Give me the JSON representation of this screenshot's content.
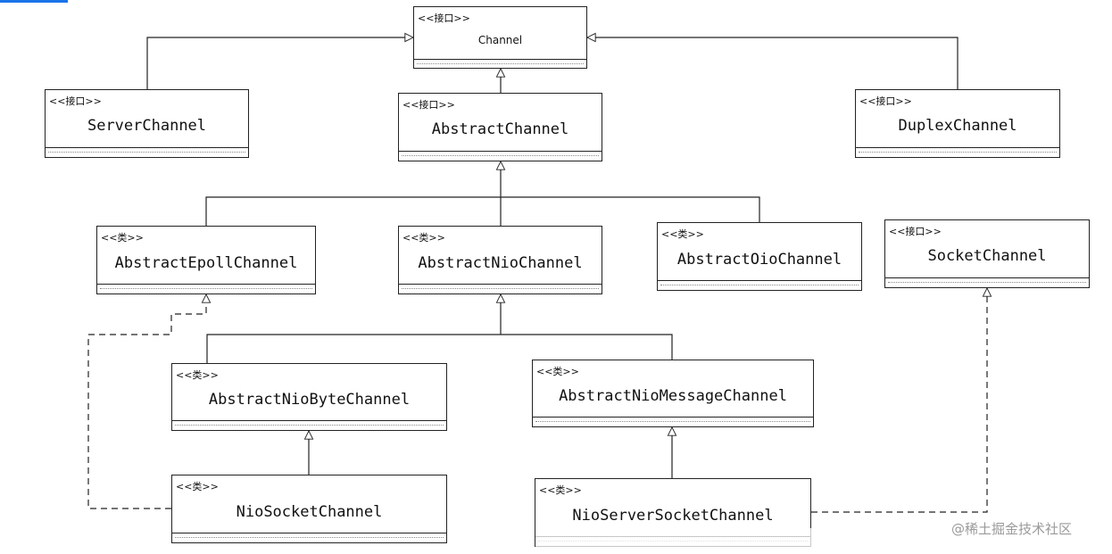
{
  "classes": [
    {
      "id": "channel",
      "stereotype": "<<接口>>",
      "name": "Channel"
    },
    {
      "id": "server-channel",
      "stereotype": "<<接口>>",
      "name": "ServerChannel"
    },
    {
      "id": "abstract-channel",
      "stereotype": "<<接口>>",
      "name": "AbstractChannel"
    },
    {
      "id": "duplex-channel",
      "stereotype": "<<接口>>",
      "name": "DuplexChannel"
    },
    {
      "id": "abstract-epoll-channel",
      "stereotype": "<<类>>",
      "name": "AbstractEpollChannel"
    },
    {
      "id": "abstract-nio-channel",
      "stereotype": "<<类>>",
      "name": "AbstractNioChannel"
    },
    {
      "id": "abstract-oio-channel",
      "stereotype": "<<类>>",
      "name": "AbstractOioChannel"
    },
    {
      "id": "socket-channel",
      "stereotype": "<<接口>>",
      "name": "SocketChannel"
    },
    {
      "id": "abstract-nio-byte-channel",
      "stereotype": "<<类>>",
      "name": "AbstractNioByteChannel"
    },
    {
      "id": "abstract-nio-message-channel",
      "stereotype": "<<类>>",
      "name": "AbstractNioMessageChannel"
    },
    {
      "id": "nio-socket-channel",
      "stereotype": "<<类>>",
      "name": "NioSocketChannel"
    },
    {
      "id": "nio-server-socket-channel",
      "stereotype": "<<类>>",
      "name": "NioServerSocketChannel"
    }
  ],
  "relations": [
    {
      "from": "server-channel",
      "to": "channel",
      "kind": "generalization"
    },
    {
      "from": "duplex-channel",
      "to": "channel",
      "kind": "generalization"
    },
    {
      "from": "abstract-channel",
      "to": "channel",
      "kind": "generalization"
    },
    {
      "from": "abstract-epoll-channel",
      "to": "abstract-channel",
      "kind": "generalization"
    },
    {
      "from": "abstract-nio-channel",
      "to": "abstract-channel",
      "kind": "generalization"
    },
    {
      "from": "abstract-oio-channel",
      "to": "abstract-channel",
      "kind": "generalization"
    },
    {
      "from": "abstract-nio-byte-channel",
      "to": "abstract-nio-channel",
      "kind": "generalization"
    },
    {
      "from": "abstract-nio-message-channel",
      "to": "abstract-nio-channel",
      "kind": "generalization"
    },
    {
      "from": "nio-socket-channel",
      "to": "abstract-nio-byte-channel",
      "kind": "generalization"
    },
    {
      "from": "nio-server-socket-channel",
      "to": "abstract-nio-message-channel",
      "kind": "generalization"
    },
    {
      "from": "nio-socket-channel",
      "to": "abstract-epoll-channel",
      "kind": "realization"
    },
    {
      "from": "nio-server-socket-channel",
      "to": "socket-channel",
      "kind": "realization"
    }
  ],
  "watermark": "@稀土掘金技术社区",
  "colors": {
    "line": "#222222",
    "watermark": "#9a9a9a",
    "accent": "#1a73e8"
  }
}
